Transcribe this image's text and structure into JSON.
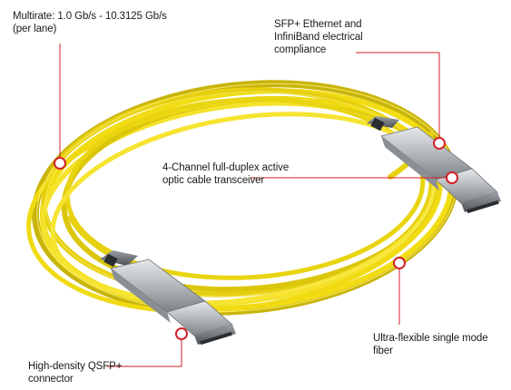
{
  "callouts": {
    "multirate": [
      "Multirate: 1.0 Gb/s - 10.3125 Gb/s",
      "(per lane)"
    ],
    "sfp_compliance": [
      "SFP+ Ethernet and",
      "InfiniBand electrical",
      "compliance"
    ],
    "transceiver": [
      "4-Channel full-duplex active",
      "optic cable transceiver"
    ],
    "fiber": [
      "Ultra-flexible single mode",
      "fiber"
    ],
    "connector": [
      "High-density QSFP+",
      "connector"
    ]
  },
  "colors": {
    "cable": "#f2dd14",
    "callout_marker": "#d2202b",
    "connector_metal": "#b8bcc0",
    "text": "#1a1a1a",
    "background": "#ffffff"
  }
}
